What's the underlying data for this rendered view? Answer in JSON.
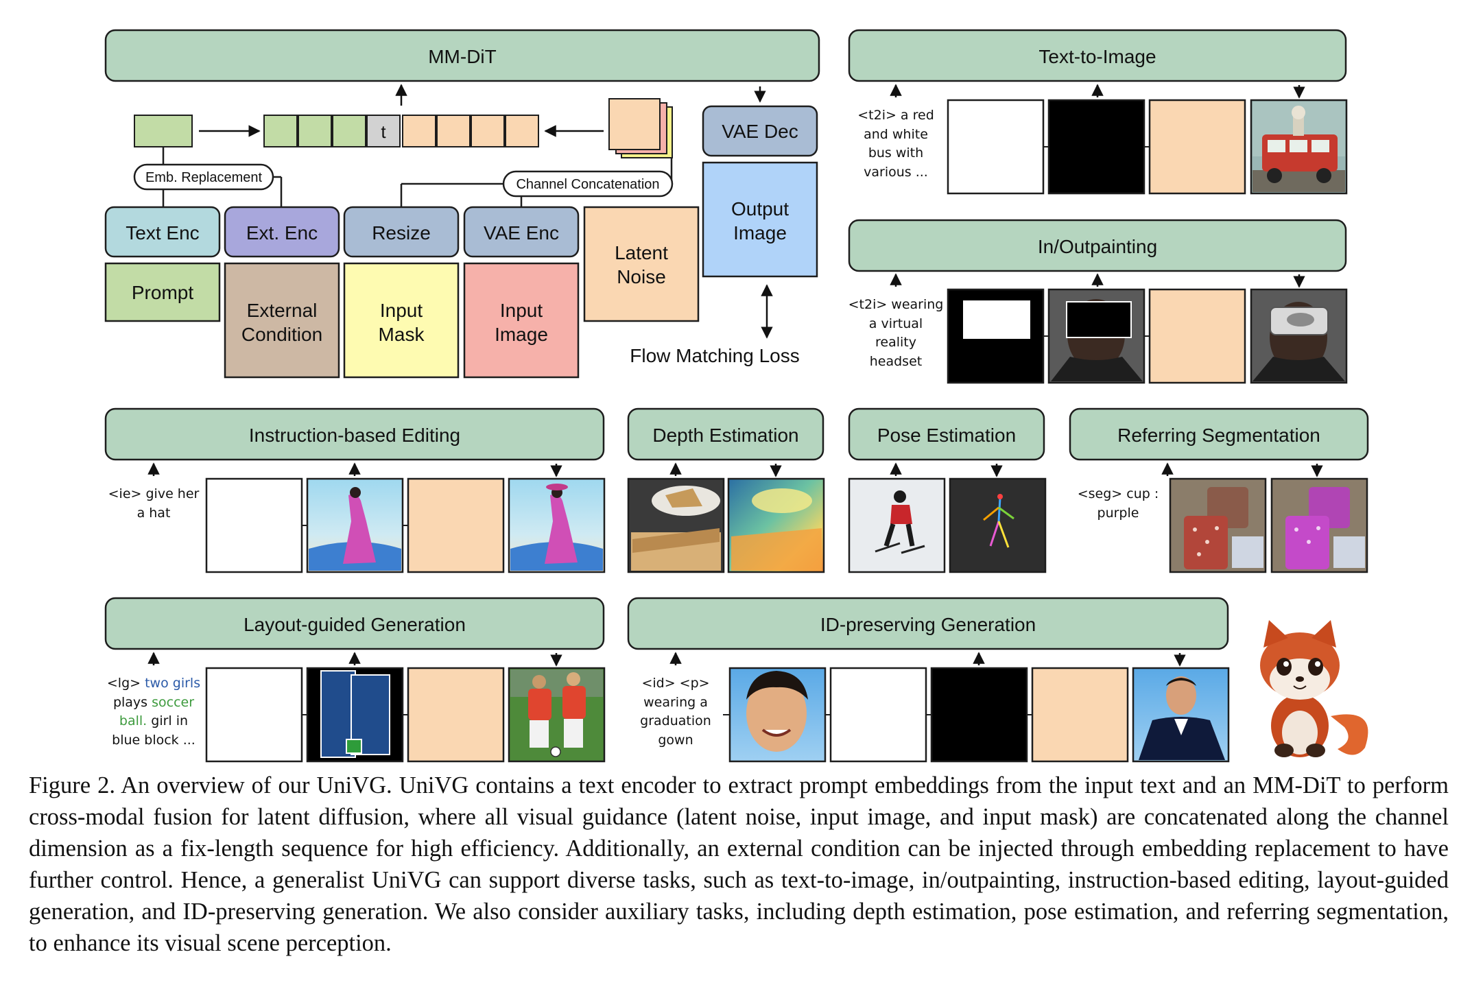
{
  "architecture": {
    "mmdit": "MM-DiT",
    "token_label": "t",
    "emb_replacement": "Emb. Replacement",
    "channel_concat": "Channel Concatenation",
    "vae_dec": "VAE Dec",
    "output_image": [
      "Output",
      "Image"
    ],
    "text_enc": "Text Enc",
    "ext_enc": "Ext. Enc",
    "resize": "Resize",
    "vae_enc": "VAE Enc",
    "latent_noise": [
      "Latent",
      "Noise"
    ],
    "prompt": "Prompt",
    "external_condition": [
      "External",
      "Condition"
    ],
    "input_mask": [
      "Input",
      "Mask"
    ],
    "input_image": [
      "Input",
      "Image"
    ],
    "flow_matching_loss": "Flow Matching Loss"
  },
  "tasks": {
    "t2i": {
      "title": "Text-to-Image",
      "prompt": [
        "<t2i> a red",
        "and white",
        "bus with",
        "various ..."
      ]
    },
    "inout": {
      "title": "In/Outpainting",
      "prompt": [
        "<t2i> wearing",
        "a virtual",
        "reality",
        "headset"
      ]
    },
    "edit": {
      "title": "Instruction-based Editing",
      "prompt": [
        "<ie> give her",
        "a hat"
      ]
    },
    "depth": {
      "title": "Depth Estimation"
    },
    "pose": {
      "title": "Pose Estimation"
    },
    "seg": {
      "title": "Referring Segmentation",
      "prompt": [
        "<seg> cup :",
        "purple"
      ]
    },
    "layout": {
      "title": "Layout-guided Generation",
      "prompt": [
        "<lg> two girls",
        "plays soccer",
        "ball. girl in",
        "blue block ..."
      ],
      "prompt_segments": [
        {
          "text": "<lg> ",
          "color": "#111111"
        },
        {
          "text": "two girls",
          "color": "#2b5aa8"
        },
        {
          "text": "plays ",
          "color": "#111111"
        },
        {
          "text": "soccer",
          "color": "#3d9a3d"
        },
        {
          "text": "ball.",
          "color": "#3d9a3d"
        },
        {
          "text": " girl in",
          "color": "#111111"
        },
        {
          "text": "blue block ...",
          "color": "#111111"
        }
      ]
    },
    "id": {
      "title": "ID-preserving Generation",
      "prompt": [
        "<id> <p>",
        "wearing a",
        "graduation",
        "gown"
      ]
    }
  },
  "colors": {
    "mmdit_fill": "#b5d5bf",
    "text_enc_fill": "#b3d9de",
    "ext_enc_fill": "#a8a7dc",
    "encoder_fill": "#a9bcd4",
    "prompt_fill": "#c2dca6",
    "external_condition_fill": "#cdb8a4",
    "input_mask_fill": "#fefbb1",
    "input_image_fill": "#f6b1aa",
    "latent_fill": "#fad7b2",
    "output_fill": "#b0d3f9",
    "vae_dec_fill": "#a9bcd4"
  },
  "caption": "Figure 2. An overview of our UniVG. UniVG contains a text encoder to extract prompt embeddings from the input text and an MM-DiT to perform cross-modal fusion for latent diffusion, where all visual guidance (latent noise, input image, and input mask) are concatenated along the channel dimension as a fix-length sequence for high efficiency. Additionally, an external condition can be injected through embedding replacement to have further control. Hence, a generalist UniVG can support diverse tasks, such as text-to-image, in/outpainting, instruction-based editing, layout-guided generation, and ID-preserving generation. We also consider auxiliary tasks, including depth estimation, pose estimation, and referring segmentation, to enhance its visual scene perception."
}
